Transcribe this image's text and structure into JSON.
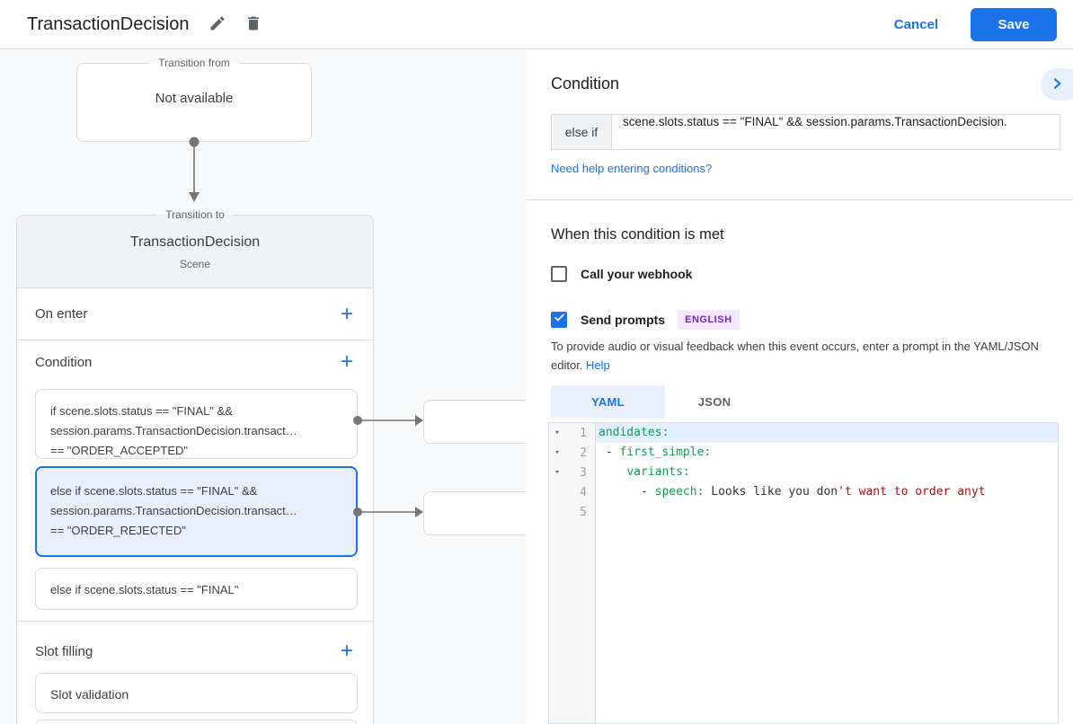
{
  "colors": {
    "accent": "#1a73e8",
    "selected_bg": "#e8f0fe",
    "badge_bg": "#f3e8fd",
    "badge_text": "#7627bb",
    "yaml_key_green": "#0f9d58",
    "yaml_string_red": "#aa1111"
  },
  "header": {
    "title": "TransactionDecision",
    "edit_icon": "pencil",
    "delete_icon": "trash",
    "cancel_label": "Cancel",
    "save_label": "Save"
  },
  "canvas": {
    "transition_from": {
      "legend": "Transition from",
      "content": "Not available"
    },
    "transition_to": {
      "legend": "Transition to",
      "title": "TransactionDecision",
      "subtitle": "Scene",
      "on_enter": {
        "label": "On enter",
        "add_label": "+"
      },
      "condition": {
        "label": "Condition",
        "add_label": "+",
        "items": [
          {
            "selected": false,
            "lines": [
              "if scene.slots.status == \"FINAL\" &&",
              "session.params.TransactionDecision.transact…",
              "== \"ORDER_ACCEPTED\""
            ]
          },
          {
            "selected": true,
            "lines": [
              "else if scene.slots.status == \"FINAL\" &&",
              "session.params.TransactionDecision.transact…",
              "== \"ORDER_REJECTED\""
            ]
          },
          {
            "selected": false,
            "lines": [
              "else if scene.slots.status == \"FINAL\""
            ]
          }
        ]
      },
      "slot_filling": {
        "label": "Slot filling",
        "add_label": "+",
        "items": [
          "Slot validation"
        ]
      }
    }
  },
  "panel": {
    "condition": {
      "heading": "Condition",
      "expand_icon": "chevron-right",
      "prefix": "else if",
      "expression": "scene.slots.status == \"FINAL\" && session.params.TransactionDecision.",
      "help_link": "Need help entering conditions?"
    },
    "when_met": {
      "heading": "When this condition is met",
      "webhook": {
        "label": "Call your webhook",
        "checked": false
      },
      "send_prompts": {
        "label": "Send prompts",
        "checked": true,
        "badge": "ENGLISH"
      },
      "description": "To provide audio or visual feedback when this event occurs, enter a prompt in the YAML/JSON editor.",
      "help_label": "Help"
    },
    "editor": {
      "tabs": [
        {
          "label": "YAML",
          "active": true
        },
        {
          "label": "JSON",
          "active": false
        }
      ],
      "fold_icon": "▾",
      "lines": [
        {
          "num": "1",
          "fold": "▾",
          "highlight": true,
          "tokens": [
            [
              "key",
              "andidates:"
            ]
          ]
        },
        {
          "num": "2",
          "fold": "▾",
          "highlight": false,
          "tokens": [
            [
              "plain",
              " - "
            ],
            [
              "key",
              "first_simple:"
            ]
          ]
        },
        {
          "num": "3",
          "fold": "▾",
          "highlight": false,
          "tokens": [
            [
              "plain",
              "    "
            ],
            [
              "key",
              "variants:"
            ]
          ]
        },
        {
          "num": "4",
          "fold": "",
          "highlight": false,
          "tokens": [
            [
              "plain",
              "      - "
            ],
            [
              "key",
              "speech:"
            ],
            [
              "plain",
              " Looks like you don"
            ],
            [
              "string",
              "'t want to order anyt"
            ]
          ]
        },
        {
          "num": "5",
          "fold": "",
          "highlight": false,
          "tokens": []
        }
      ]
    }
  }
}
